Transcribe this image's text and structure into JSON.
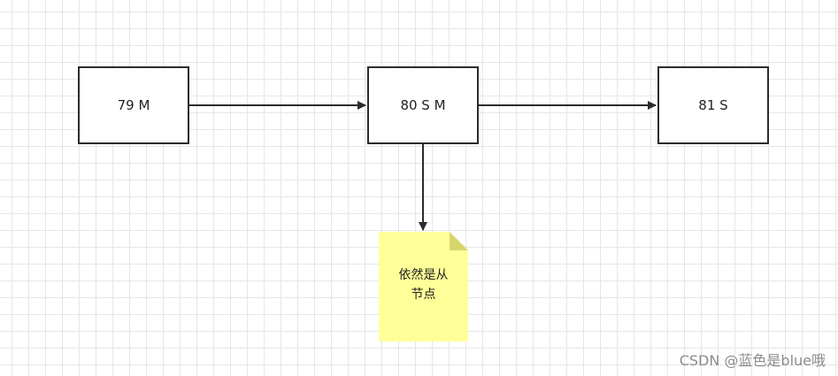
{
  "nodes": {
    "node_79": "79 M",
    "node_80": "80 S M",
    "node_81": "81 S"
  },
  "note": {
    "line1": "依然是从",
    "line2": "节点",
    "fill_color": "#ffff99",
    "fold_color": "#d6d66b"
  },
  "edge_color": "#2b2b2b",
  "watermark": "CSDN @蓝色是blue哦"
}
